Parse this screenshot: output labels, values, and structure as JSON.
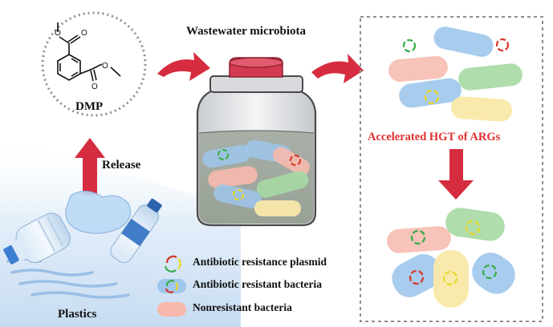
{
  "labels": {
    "wastewater": "Wastewater microbiota",
    "dmp": "DMP",
    "release": "Release",
    "plastics": "Plastics",
    "hgt": "Accelerated  HGT of ARGs"
  },
  "legend": [
    {
      "key": "plasmid",
      "label": "Antibiotic resistance plasmid"
    },
    {
      "key": "arb",
      "label": "Antibiotic resistant bacteria"
    },
    {
      "key": "nrb",
      "label": "Nonresistant bacteria"
    }
  ],
  "colors": {
    "arrow_red": "#d62c3f",
    "hgt_text": "#e0312f",
    "bacteria_blue": "#9fc6ec",
    "bacteria_green": "#a6d9a3",
    "bacteria_pink": "#f7b9ad",
    "bacteria_yellow": "#f9e8a8",
    "plasmid_green": "#3aae4a",
    "plasmid_yellow": "#e9d82b",
    "plasmid_red": "#d63a2c",
    "jar_lid": "#d43a52"
  }
}
